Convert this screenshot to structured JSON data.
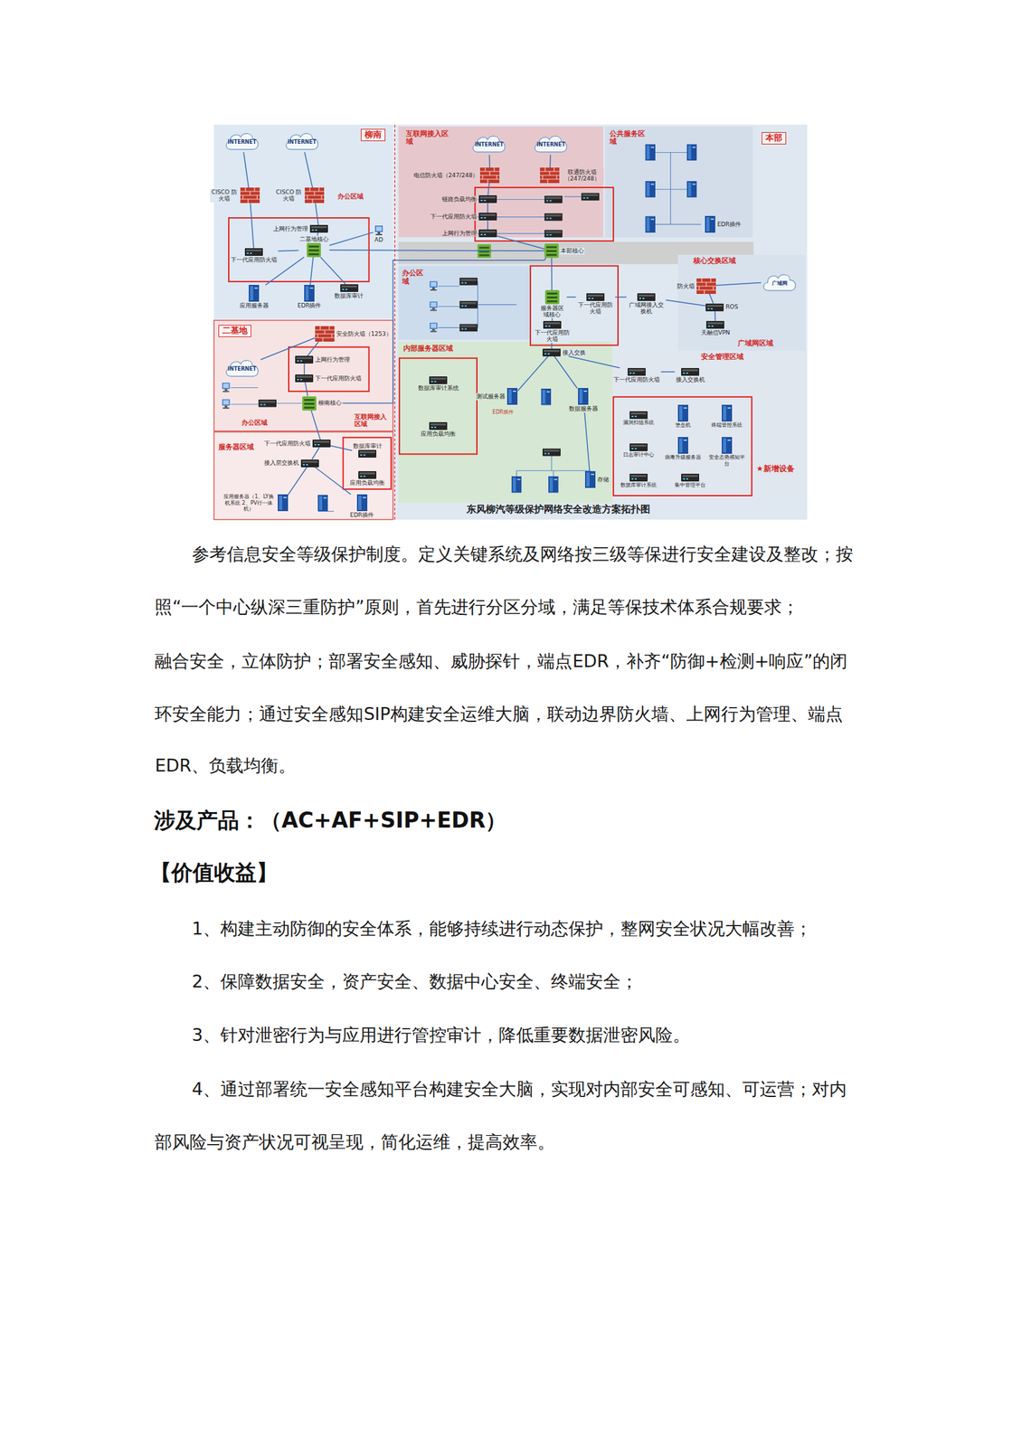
{
  "diagram": {
    "caption": "东风柳汽等级保护网络安全改造方案拓扑图",
    "nodes": [
      {
        "text": [
          "柳南"
        ]
      },
      {
        "text": [
          "二基地"
        ]
      },
      {
        "text": [
          "服务器区域"
        ]
      },
      {
        "text": [
          "本部"
        ]
      },
      {
        "text": [
          "互联网接入区域"
        ],
        "in": 3
      },
      {
        "text": [
          "公共服务区域"
        ],
        "in": 3
      },
      {
        "text": [
          "办公区域"
        ],
        "in": 3
      },
      {
        "text": [
          "核心交换区域",
          "广域网区域"
        ],
        "in": 3
      },
      {
        "text": [
          "内部服务器区域"
        ],
        "in": 3
      },
      {
        "text": [
          "安全管理区域"
        ],
        "in": 3
      },
      {
        "text": [
          "INTERNET"
        ],
        "in": 0
      },
      {
        "text": [
          "INTERNET"
        ],
        "in": 0
      },
      {
        "text": [
          "CISCO 防火墙"
        ],
        "in": 0
      },
      {
        "text": [
          "CISCO 防火墙"
        ],
        "in": 0
      },
      {
        "text": [
          "上网行为管理"
        ],
        "in": 0
      },
      {
        "text": [
          "二基地核心"
        ],
        "in": 0
      },
      {
        "text": [
          "下一代应用防火墙"
        ],
        "in": 0
      },
      {
        "text": [
          "数据库审计"
        ],
        "in": 0
      },
      {
        "text": [
          "AD"
        ],
        "in": 0
      },
      {
        "text": [
          "应用服务器"
        ],
        "in": 0
      },
      {
        "text": [
          "EDR插件"
        ],
        "in": 0
      },
      {
        "text": [
          "INTERNET"
        ],
        "in": 1
      },
      {
        "text": [
          "安全防火墙（1253）"
        ],
        "in": 1
      },
      {
        "text": [
          "上网行为管理"
        ],
        "in": 1
      },
      {
        "text": [
          "下一代应用防火墙"
        ],
        "in": 1
      },
      {
        "text": [
          "柳南核心"
        ],
        "in": 1
      },
      {
        "text": [
          "接入层交换机"
        ],
        "in": 2
      },
      {
        "text": [
          "下一代应用防火墙"
        ],
        "in": 2
      },
      {
        "text": [
          "数据库审计"
        ],
        "in": 2
      },
      {
        "text": [
          "应用负载均衡"
        ],
        "in": 2
      },
      {
        "text": [
          "应用服务器（1、LY换机系统 2、PV行一体机）"
        ],
        "in": 2
      },
      {
        "text": [
          "EDR插件"
        ],
        "in": 2
      },
      {
        "text": [
          "INTERNET"
        ],
        "in": 4
      },
      {
        "text": [
          "INTERNET"
        ],
        "in": 4
      },
      {
        "text": [
          "电信防火墙（247/248）"
        ],
        "in": 4
      },
      {
        "text": [
          "联通防火墙（247/248）"
        ],
        "in": 4
      },
      {
        "text": [
          "链路负载均衡"
        ],
        "in": 4
      },
      {
        "text": [
          "下一代应用防火墙"
        ],
        "in": 4
      },
      {
        "text": [
          "上网行为管理"
        ],
        "in": 4
      },
      {
        "text": [
          "EDR插件"
        ],
        "in": 5
      },
      {
        "text": [
          "本部核心"
        ],
        "in": 3
      },
      {
        "text": [
          "服务器区域核心"
        ],
        "in": 3
      },
      {
        "text": [
          "下一代应用防火墙"
        ],
        "in": 3
      },
      {
        "text": [
          "下一代应用防火墙"
        ],
        "in": 3
      },
      {
        "text": [
          "广域网接入交换机"
        ],
        "in": 3
      },
      {
        "text": [
          "接入交换"
        ],
        "in": 3
      },
      {
        "text": [
          "防火墙"
        ],
        "in": 7
      },
      {
        "text": [
          "广域网"
        ],
        "in": 7
      },
      {
        "text": [
          "ROS"
        ],
        "in": 7
      },
      {
        "text": [
          "天融信VPN"
        ],
        "in": 7
      },
      {
        "text": [
          "数据库审计系统"
        ],
        "in": 8
      },
      {
        "text": [
          "应用负载均衡"
        ],
        "in": 8
      },
      {
        "text": [
          "测试服务器"
        ],
        "in": 8
      },
      {
        "text": [
          "数据服务器"
        ],
        "in": 8
      },
      {
        "text": [
          "存储"
        ],
        "in": 8
      },
      {
        "text": [
          "下一代应用防火墙"
        ],
        "in": 9
      },
      {
        "text": [
          "接入交换机"
        ],
        "in": 9
      },
      {
        "text": [
          "漏洞扫描系统"
        ],
        "in": 9
      },
      {
        "text": [
          "堡垒机"
        ],
        "in": 9
      },
      {
        "text": [
          "终端管控系统"
        ],
        "in": 9
      },
      {
        "text": [
          "日志审计中心"
        ],
        "in": 9
      },
      {
        "text": [
          "病毒升级服务器"
        ],
        "in": 9
      },
      {
        "text": [
          "安全态势感知平台"
        ],
        "in": 9
      },
      {
        "text": [
          "数据库审计系统"
        ],
        "in": 9
      },
      {
        "text": [
          "集中管理平台"
        ],
        "in": 9
      }
    ],
    "edges": [
      {
        "from": 10,
        "to": 12,
        "arrow": "none"
      },
      {
        "from": 11,
        "to": 13,
        "arrow": "none"
      },
      {
        "from": 12,
        "to": 16,
        "arrow": "none"
      },
      {
        "from": 13,
        "to": 14,
        "arrow": "none"
      },
      {
        "from": 14,
        "to": 15,
        "arrow": "none"
      },
      {
        "from": 16,
        "to": 15,
        "arrow": "none"
      },
      {
        "from": 15,
        "to": 17,
        "arrow": "none"
      },
      {
        "from": 15,
        "to": 18,
        "arrow": "none"
      },
      {
        "from": 15,
        "to": 19,
        "arrow": "none"
      },
      {
        "from": 15,
        "to": 20,
        "arrow": "none"
      },
      {
        "from": 15,
        "to": 40,
        "arrow": "none"
      },
      {
        "from": 21,
        "to": 22,
        "arrow": "none"
      },
      {
        "from": 22,
        "to": 23,
        "arrow": "none"
      },
      {
        "from": 23,
        "to": 24,
        "arrow": "none"
      },
      {
        "from": 24,
        "to": 25,
        "arrow": "none"
      },
      {
        "from": 25,
        "to": 27,
        "arrow": "none"
      },
      {
        "from": 27,
        "to": 26,
        "arrow": "none"
      },
      {
        "from": 27,
        "to": 28,
        "arrow": "none"
      },
      {
        "from": 26,
        "to": 30,
        "arrow": "none"
      },
      {
        "from": 26,
        "to": 31,
        "arrow": "none"
      },
      {
        "from": 25,
        "to": 40,
        "arrow": "none"
      },
      {
        "from": 32,
        "to": 34,
        "arrow": "none"
      },
      {
        "from": 33,
        "to": 35,
        "arrow": "none"
      },
      {
        "from": 34,
        "to": 36,
        "arrow": "none"
      },
      {
        "from": 36,
        "to": 37,
        "arrow": "none"
      },
      {
        "from": 37,
        "to": 38,
        "arrow": "none"
      },
      {
        "from": 38,
        "to": 40,
        "arrow": "none"
      },
      {
        "from": 40,
        "to": 41,
        "arrow": "none"
      },
      {
        "from": 41,
        "to": 42,
        "arrow": "none"
      },
      {
        "from": 42,
        "to": 45,
        "arrow": "none"
      },
      {
        "from": 41,
        "to": 43,
        "arrow": "none"
      },
      {
        "from": 43,
        "to": 44,
        "arrow": "none"
      },
      {
        "from": 44,
        "to": 48,
        "arrow": "none"
      },
      {
        "from": 46,
        "to": 48,
        "arrow": "none"
      },
      {
        "from": 47,
        "to": 46,
        "arrow": "none"
      },
      {
        "from": 48,
        "to": 49,
        "arrow": "none"
      },
      {
        "from": 45,
        "to": 52,
        "arrow": "none"
      },
      {
        "from": 45,
        "to": 53,
        "arrow": "none"
      },
      {
        "from": 45,
        "to": 55,
        "arrow": "none"
      },
      {
        "from": 55,
        "to": 56,
        "arrow": "none"
      },
      {
        "from": 53,
        "to": 54,
        "arrow": "none"
      }
    ],
    "labels": [
      "办公区域",
      "办公区域",
      "互联网接入区域",
      "EDR插件",
      "★新增设备",
      "参考信息安全等级保护制度。定义关键系统及网络按三级等保进行安全建设及整改；按",
      "照“一个中心纵深三重防护”原则，首先进行分区分域，满足等保技术体系合规要求；",
      "融合安全，立体防护；部署安全感知、威胁探针，端点EDR，补齐“防御+检测+响应”的闭",
      "环安全能力；通过安全感知SIP构建安全运维大脑，联动边界防火墙、上网行为管理、端点",
      "EDR、负载均衡。",
      "涉及产品：（AC+AF+SIP+EDR）",
      "【价值收益】",
      "1、构建主动防御的安全体系，能够持续进行动态保护，整网安全状况大幅改善；",
      "2、保障数据安全，资产安全、数据中心安全、终端安全；",
      "3、针对泄密行为与应用进行管控审计，降低重要数据泄密风险。",
      "4、通过部署统一安全感知平台构建安全大脑，实现对内部安全可感知、可运营；对内",
      "部风险与资产状况可视呈现，简化运维，提高效率。"
    ]
  }
}
